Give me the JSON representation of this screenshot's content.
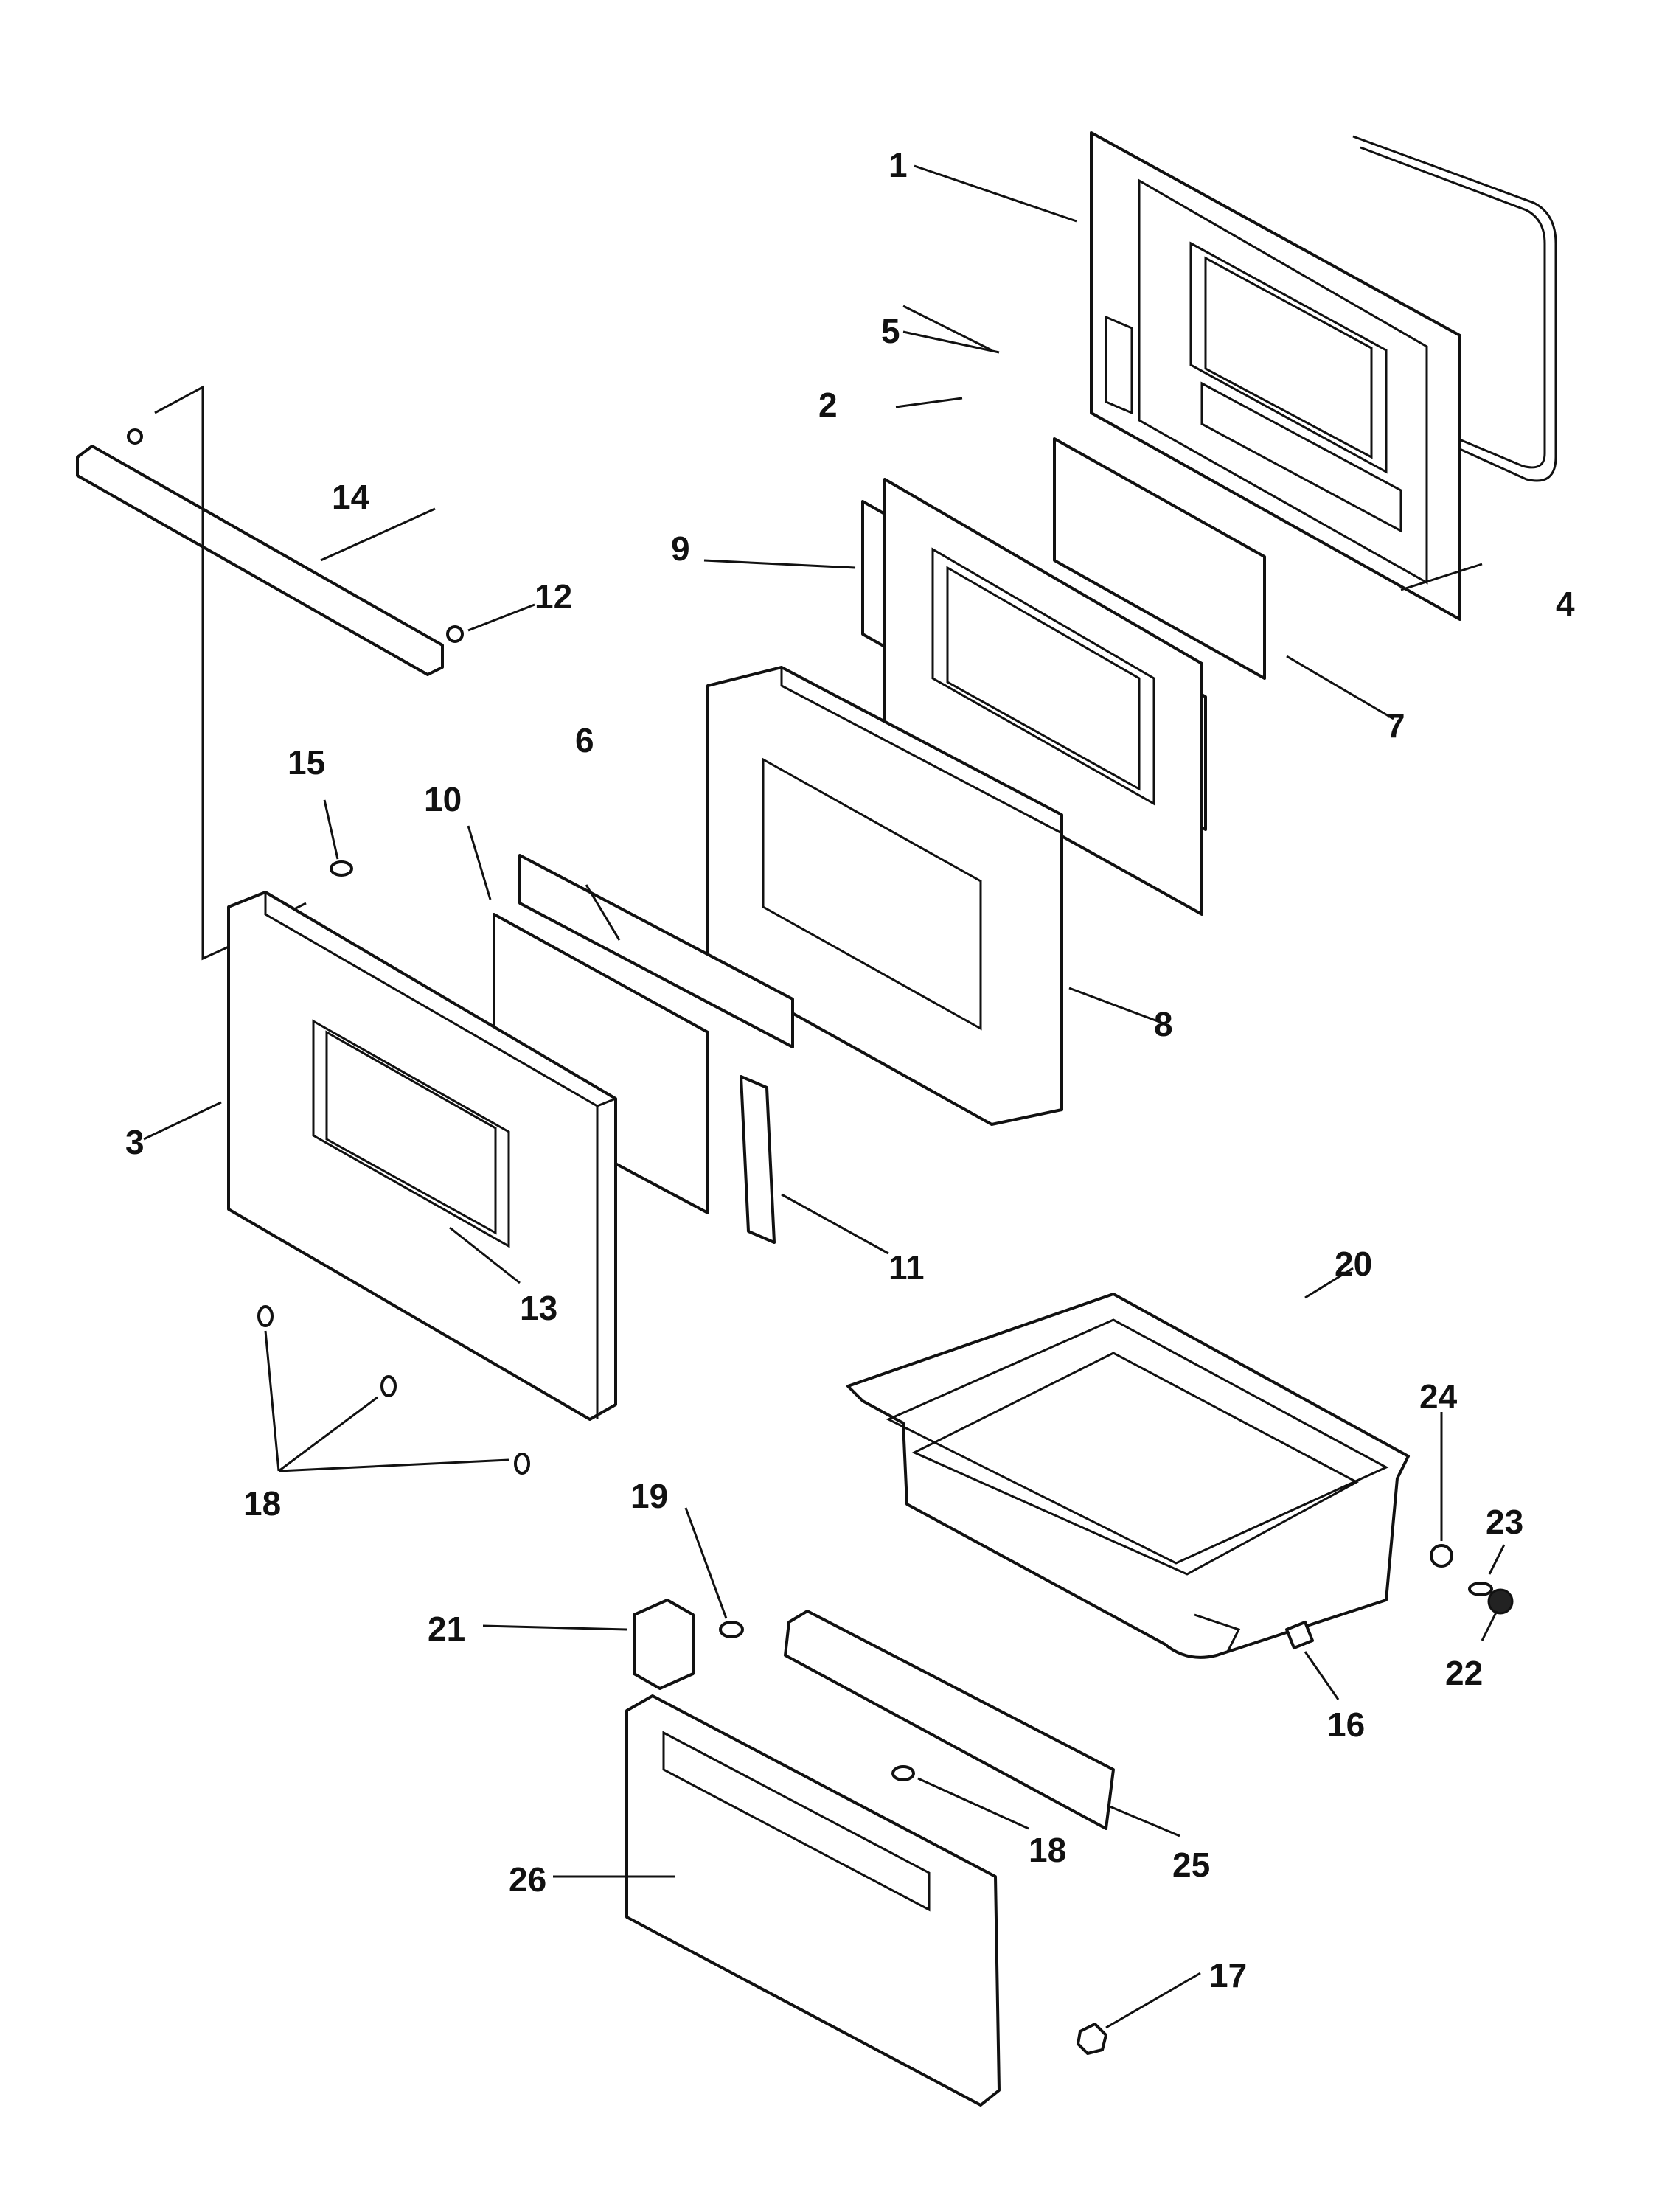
{
  "diagram": {
    "callouts": [
      {
        "id": "1",
        "label": "1"
      },
      {
        "id": "2",
        "label": "2"
      },
      {
        "id": "3",
        "label": "3"
      },
      {
        "id": "4",
        "label": "4"
      },
      {
        "id": "5",
        "label": "5"
      },
      {
        "id": "6",
        "label": "6"
      },
      {
        "id": "7",
        "label": "7"
      },
      {
        "id": "8",
        "label": "8"
      },
      {
        "id": "9",
        "label": "9"
      },
      {
        "id": "10",
        "label": "10"
      },
      {
        "id": "11",
        "label": "11"
      },
      {
        "id": "12",
        "label": "12"
      },
      {
        "id": "13",
        "label": "13"
      },
      {
        "id": "14",
        "label": "14"
      },
      {
        "id": "15",
        "label": "15"
      },
      {
        "id": "16",
        "label": "16"
      },
      {
        "id": "17",
        "label": "17"
      },
      {
        "id": "18a",
        "label": "18"
      },
      {
        "id": "18b",
        "label": "18"
      },
      {
        "id": "19",
        "label": "19"
      },
      {
        "id": "20",
        "label": "20"
      },
      {
        "id": "21",
        "label": "21"
      },
      {
        "id": "22",
        "label": "22"
      },
      {
        "id": "23",
        "label": "23"
      },
      {
        "id": "24",
        "label": "24"
      },
      {
        "id": "25",
        "label": "25"
      },
      {
        "id": "26",
        "label": "26"
      }
    ]
  }
}
